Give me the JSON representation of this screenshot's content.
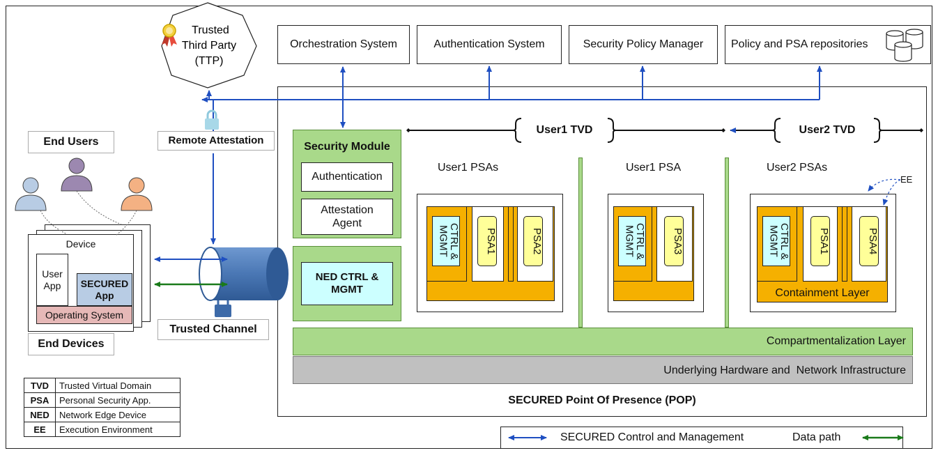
{
  "top_boxes": {
    "orchestration": "Orchestration System",
    "authentication": "Authentication System",
    "security_policy": "Security Policy Manager",
    "repositories": "Policy and PSA repositories"
  },
  "ttp": {
    "line1": "Trusted",
    "line2": "Third Party",
    "line3": "(TTP)"
  },
  "remote_attestation": "Remote Attestation",
  "trusted_channel": "Trusted Channel",
  "end_users": "End Users",
  "end_devices": "End Devices",
  "device": {
    "title": "Device",
    "user_app_line1": "User",
    "user_app_line2": "App",
    "secured_app_line1": "SECURED",
    "secured_app_line2": "App",
    "os": "Operating System"
  },
  "security_module": {
    "title": "Security Module",
    "authentication": "Authentication",
    "attestation_line1": "Attestation",
    "attestation_line2": "Agent"
  },
  "ned": {
    "line1": "NED CTRL &",
    "line2": "MGMT"
  },
  "tvd": {
    "user1": "User1 TVD",
    "user2": "User2 TVD"
  },
  "psa_groups": {
    "user1_psas": "User1 PSAs",
    "user1_psa": "User1 PSA",
    "user2_psas": "User2 PSAs"
  },
  "psa": {
    "ctrl_line1": "CTRL &",
    "ctrl_line2": "MGMT",
    "psa1": "PSA1",
    "psa2": "PSA2",
    "psa3": "PSA3",
    "psa4": "PSA4"
  },
  "ee_label": "EE",
  "containment_layer": "Containment Layer",
  "compartmentalization_layer": "Compartmentalization Layer",
  "hardware_layer": "Underlying Hardware and  Network Infrastructure",
  "pop_label": "SECURED Point Of Presence (POP)",
  "legend": {
    "rows": [
      {
        "abbr": "TVD",
        "desc": "Trusted Virtual Domain"
      },
      {
        "abbr": "PSA",
        "desc": "Personal Security App."
      },
      {
        "abbr": "NED",
        "desc": "Network Edge Device"
      },
      {
        "abbr": "EE",
        "desc": "Execution Environment"
      }
    ],
    "control_mgmt": "SECURED Control and Management",
    "data_path": "Data path"
  },
  "colors": {
    "control_arrow": "#1f4fc1",
    "data_arrow": "#1a7a1a",
    "green_fill": "#a9d98a",
    "green_border": "#5a8f3a",
    "orange_fill": "#f5b000",
    "yellow_psa": "#ffff99",
    "cyan_box": "#ccffff",
    "gray_layer": "#c0c0c0",
    "blue_cylinder": "#4a77b4"
  }
}
